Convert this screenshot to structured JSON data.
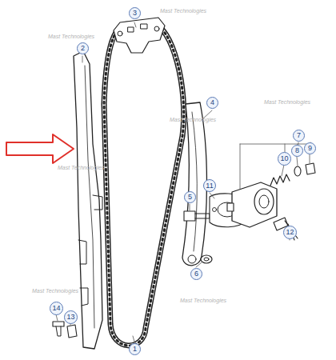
{
  "diagram": {
    "nodes": [
      {
        "text": [
          "3"
        ]
      },
      {
        "text": [
          "2"
        ]
      },
      {
        "text": [
          "4"
        ]
      },
      {
        "text": [
          "7"
        ]
      },
      {
        "text": [
          "8"
        ]
      },
      {
        "text": [
          "9"
        ]
      },
      {
        "text": [
          "10"
        ]
      },
      {
        "text": [
          "11"
        ]
      },
      {
        "text": [
          "5"
        ]
      },
      {
        "text": [
          "12"
        ]
      },
      {
        "text": [
          "6"
        ]
      },
      {
        "text": [
          "14"
        ]
      },
      {
        "text": [
          "13"
        ]
      },
      {
        "text": [
          "1"
        ]
      }
    ],
    "labels": [
      "Mast Technologies",
      "Mast Technologies",
      "Mast Technologies",
      "Mast Technologies",
      "Mast Technologies",
      "Mast Technologies",
      "Mast Technologies"
    ]
  }
}
